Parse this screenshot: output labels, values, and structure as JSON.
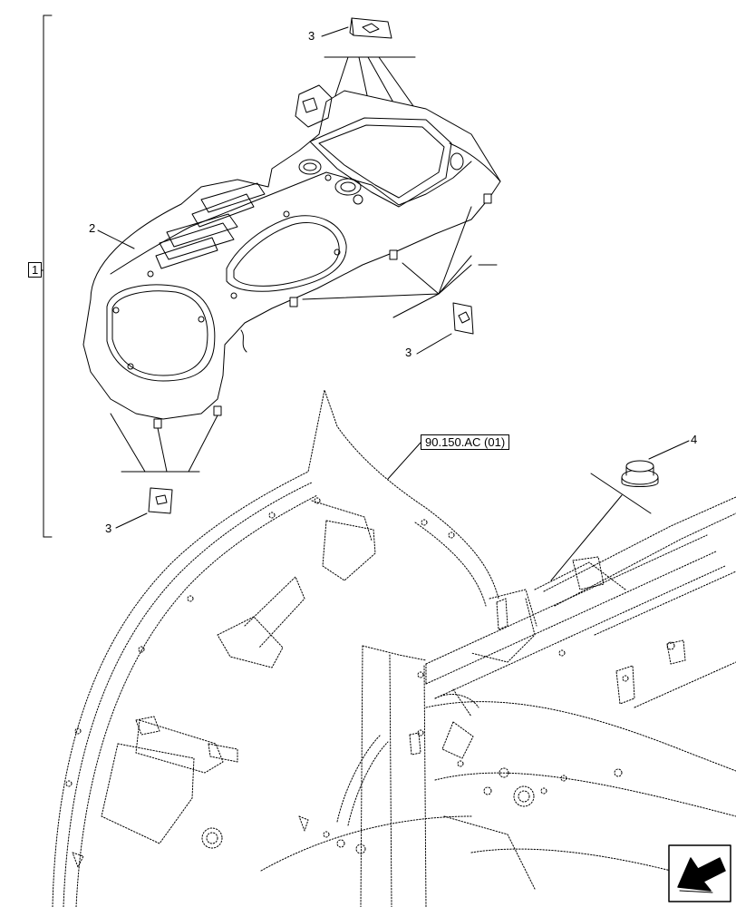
{
  "callouts": {
    "group": "1",
    "fender": "2",
    "clip_top": "3",
    "clip_right": "3",
    "clip_bottom": "3",
    "plug": "4"
  },
  "reference": "90.150.AC (01)",
  "nav_icon": "next-page-arrow-icon"
}
